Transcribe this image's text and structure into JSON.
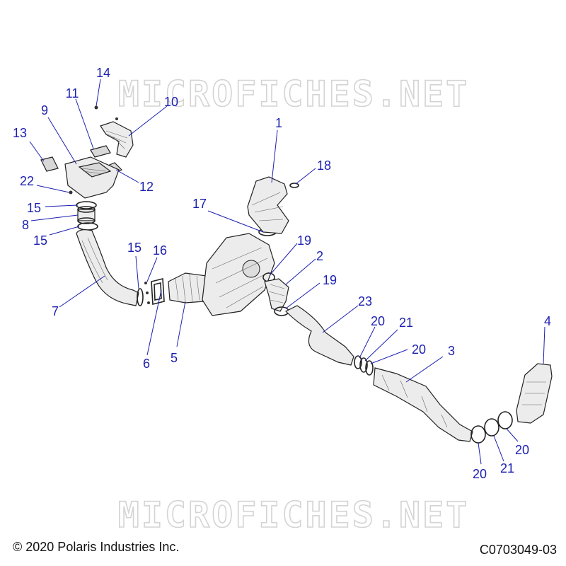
{
  "watermark": {
    "text": "MICROFICHES.NET"
  },
  "footer": {
    "copyright": "© 2020 Polaris Industries Inc.",
    "figure_code": "C0703049-03"
  },
  "callouts": {
    "c14": "14",
    "c11": "11",
    "c10": "10",
    "c9": "9",
    "c13": "13",
    "c12": "12",
    "c22": "22",
    "c15a": "15",
    "c8": "8",
    "c15b": "15",
    "c1": "1",
    "c18": "18",
    "c17": "17",
    "c19a": "19",
    "c2": "2",
    "c19b": "19",
    "c15c": "15",
    "c16": "16",
    "c7": "7",
    "c6": "6",
    "c5": "5",
    "c23": "23",
    "c20a": "20",
    "c21a": "21",
    "c20b": "20",
    "c3": "3",
    "c4": "4",
    "c20c": "20",
    "c21b": "21",
    "c20d": "20"
  }
}
